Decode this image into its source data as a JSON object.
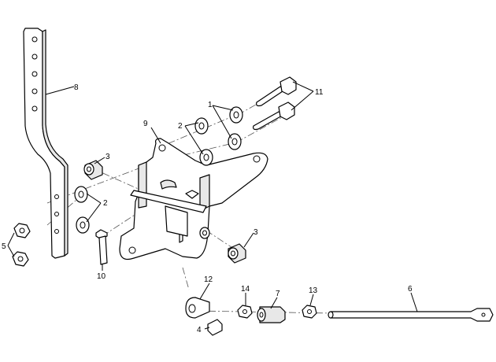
{
  "callouts": {
    "c1": "1",
    "c2_top": "2",
    "c2_left": "2",
    "c3_top": "3",
    "c3_right": "3",
    "c4": "4",
    "c5": "5",
    "c6": "6",
    "c7": "7",
    "c8": "8",
    "c9": "9",
    "c10": "10",
    "c11": "11",
    "c12": "12",
    "c13": "13",
    "c14": "14"
  }
}
